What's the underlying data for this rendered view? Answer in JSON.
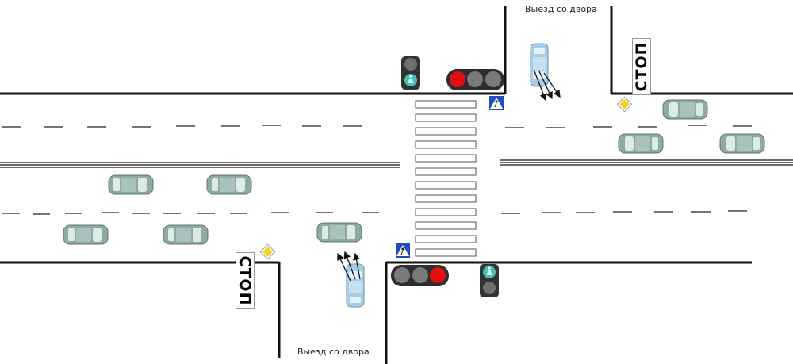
{
  "labels": {
    "exit_top": "Выезд со двора",
    "exit_bottom": "Выезд со двора"
  },
  "signs": {
    "stop_top": "СТОП",
    "stop_bottom": "СТОП",
    "priority_road_icon": "main-road-diamond",
    "crosswalk_icon": "pedestrian-crossing"
  },
  "signals": {
    "top_vehicle_light": "red",
    "bottom_vehicle_light": "red",
    "top_pedestrian_light": "green",
    "bottom_pedestrian_light": "green"
  },
  "colors": {
    "road_line": "#111111",
    "car_body": "#8fa9a3",
    "car_glass": "#dfe9e6",
    "exiting_car": "#a8cde6",
    "red_signal": "#e01010",
    "signal_off": "#7a7a7a",
    "ped_green": "#3fc4b8",
    "priority_yellow": "#f3d21f",
    "sign_blue": "#1f4fbf"
  }
}
